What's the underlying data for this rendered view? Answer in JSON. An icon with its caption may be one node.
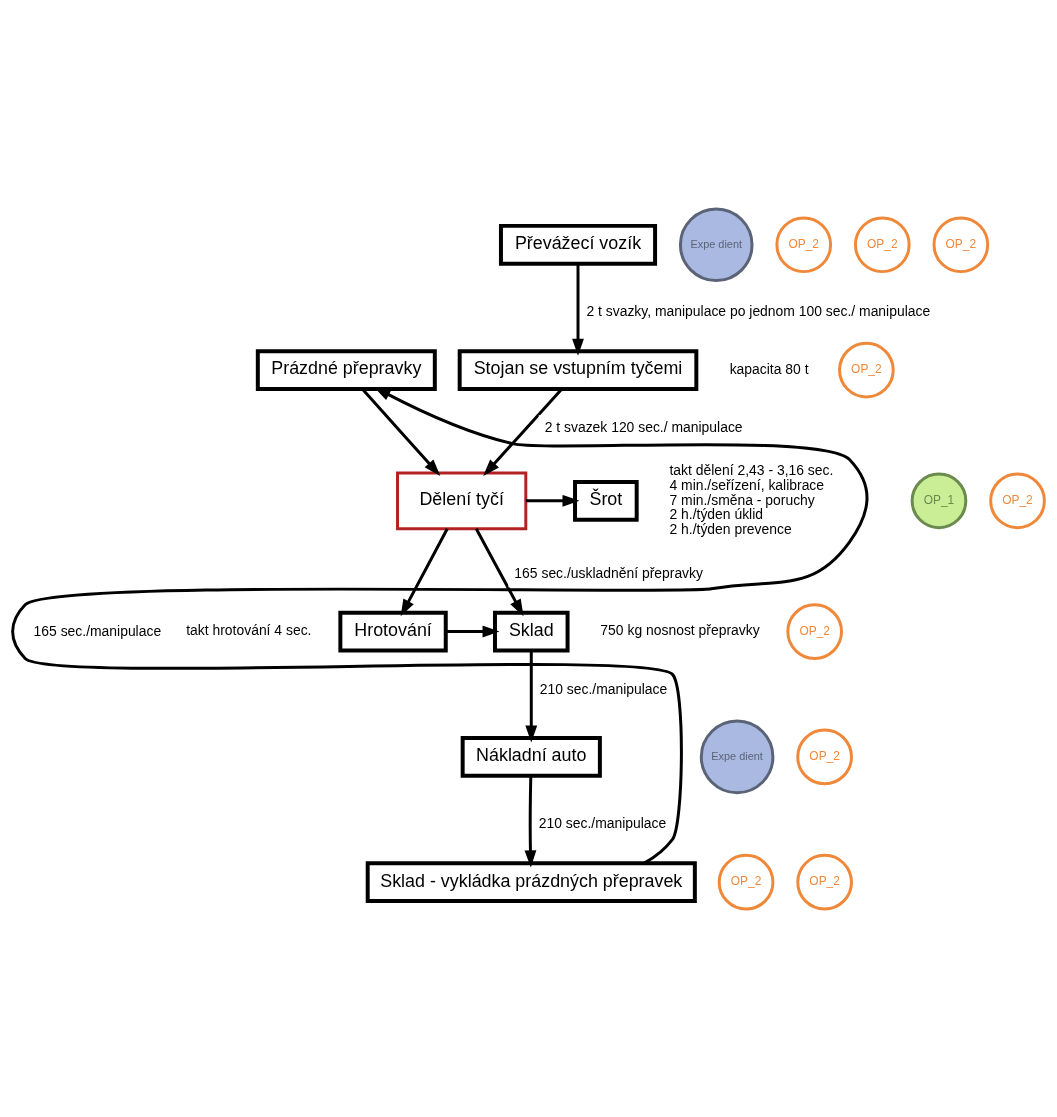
{
  "diagram": {
    "nodes": [
      {
        "text": [
          "Převážecí vozík"
        ]
      },
      {
        "text": [
          "Prázdné přepravky"
        ]
      },
      {
        "text": [
          "Stojan se vstupním tyčemi"
        ],
        "beside": [
          "kapacita 80 t"
        ]
      },
      {
        "text": [
          "Dělení tyčí"
        ],
        "beside": [
          "takt dělení 2,43 - 3,16 sec.",
          "4 min./seřízení, kalibrace",
          "7 min./směna - poruchy",
          "2 h./týden úklid",
          "2 h./týden prevence"
        ]
      },
      {
        "text": [
          "Šrot"
        ]
      },
      {
        "text": [
          "Hrotování"
        ],
        "beside": [
          "takt hrotování 4 sec."
        ]
      },
      {
        "text": [
          "Sklad"
        ],
        "beside": [
          "750 kg nosnost přepravky"
        ]
      },
      {
        "text": [
          "Nákladní auto"
        ]
      },
      {
        "text": [
          "Sklad - vykládka prázdných přepravek"
        ]
      },
      {
        "text": [
          "Expe dient"
        ]
      },
      {
        "text": [
          "OP_2"
        ]
      },
      {
        "text": [
          "OP_2"
        ]
      },
      {
        "text": [
          "OP_2"
        ]
      },
      {
        "text": [
          "OP_1"
        ]
      },
      {
        "text": [
          "OP_2"
        ]
      },
      {
        "text": [
          "OP_2"
        ]
      },
      {
        "text": [
          "OP_2"
        ]
      },
      {
        "text": [
          "Expe dient"
        ]
      },
      {
        "text": [
          "OP_2"
        ]
      },
      {
        "text": [
          "OP_2"
        ]
      },
      {
        "text": [
          "OP_2"
        ]
      }
    ],
    "edges": [
      {
        "from": 0,
        "to": 2,
        "arrow": "to",
        "label": "2 t svazky, manipulace po jednom 100 sec./ manipulace"
      },
      {
        "from": 1,
        "to": 3,
        "arrow": "to"
      },
      {
        "from": 2,
        "to": 3,
        "arrow": "to",
        "label": "2 t svazek 120 sec./ manipulace"
      },
      {
        "from": 3,
        "to": 4,
        "arrow": "to"
      },
      {
        "from": 3,
        "to": 5,
        "arrow": "to"
      },
      {
        "from": 3,
        "to": 6,
        "arrow": "to",
        "label": "165 sec./uskladnění přepravky"
      },
      {
        "from": 5,
        "to": 6,
        "arrow": "to"
      },
      {
        "from": 6,
        "to": 7,
        "arrow": "to",
        "label": "210 sec./manipulace"
      },
      {
        "from": 7,
        "to": 8,
        "arrow": "to",
        "label": "210 sec./manipulace"
      },
      {
        "from": 8,
        "to": 1,
        "arrow": "to",
        "label": "165 sec./manipulace"
      }
    ]
  }
}
